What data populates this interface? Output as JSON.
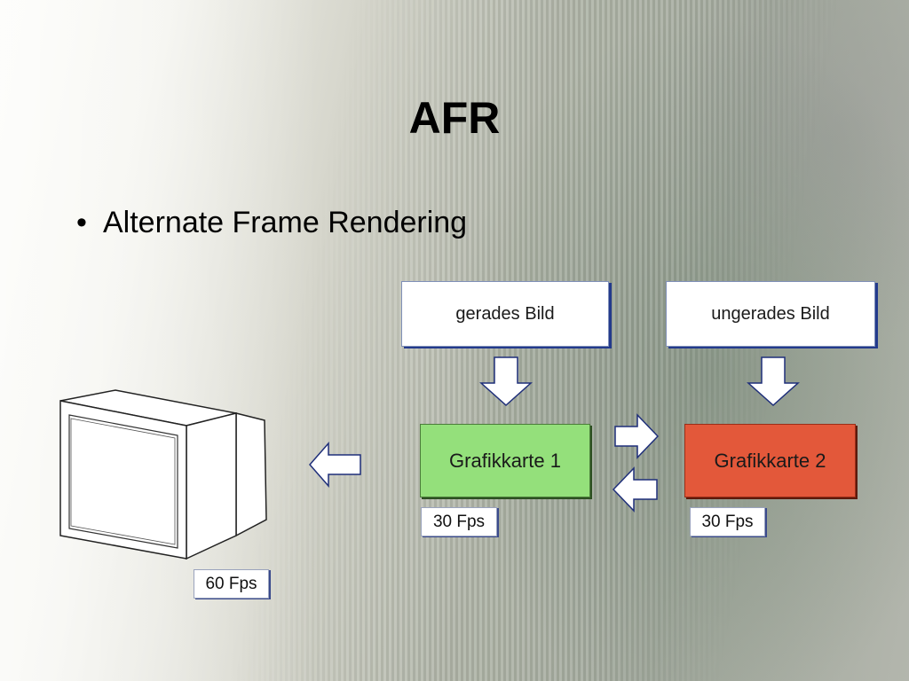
{
  "slide": {
    "title": "AFR",
    "bullets": [
      {
        "text": "Alternate Frame Rendering"
      }
    ]
  },
  "diagram": {
    "even_frame_label": "gerades Bild",
    "odd_frame_label": "ungerades Bild",
    "card1_label": "Grafikkarte 1",
    "card2_label": "Grafikkarte 2",
    "card1_fps": "30 Fps",
    "card2_fps": "30 Fps",
    "monitor_fps": "60 Fps",
    "colors": {
      "card1": "#94e07b",
      "card2": "#e3583a",
      "arrow_outline": "#1f2f7a"
    }
  }
}
